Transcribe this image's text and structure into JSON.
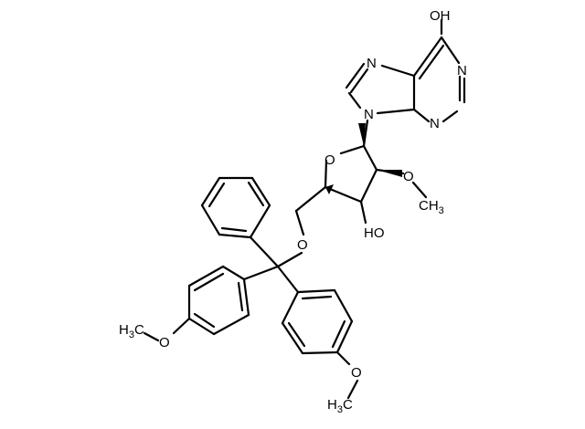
{
  "molecule": {
    "atoms": {
      "oh_top": "OH",
      "n7": "N",
      "n1": "N",
      "n9": "N",
      "n3": "N",
      "o_ring": "O",
      "o_methoxy": "O",
      "ch3_methoxy_main": "CH",
      "ch3_methoxy_sub": "3",
      "oh_3": "HO",
      "o_ether": "O",
      "o_left": "O",
      "h3c_left_main": "H",
      "h3c_left_sub": "3",
      "h3c_left_tail": "C",
      "o_bottom": "O",
      "h3c_bottom_main": "H",
      "h3c_bottom_sub": "3",
      "h3c_bottom_tail": "C"
    },
    "colors": {
      "bond": "#000000",
      "text": "#000000",
      "background": "#ffffff"
    }
  }
}
